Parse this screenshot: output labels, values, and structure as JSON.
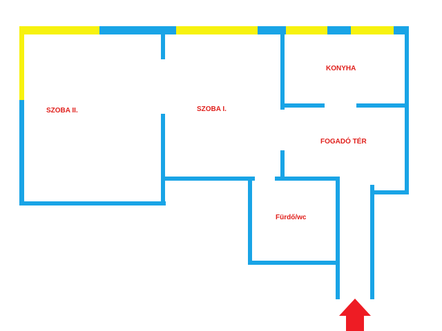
{
  "rooms": {
    "szoba2": "SZOBA  II.",
    "szoba1": "SZOBA I.",
    "konyha": "KONYHA",
    "fogado": "FOGADÓ TÉR",
    "furdo": "Fürdő/wc"
  },
  "colors": {
    "wall": "#19a4e6",
    "window": "#f7f20f",
    "arrow": "#ee1c24",
    "label": "#e0201c"
  },
  "icons": {
    "entrance": "entrance-arrow-icon"
  }
}
